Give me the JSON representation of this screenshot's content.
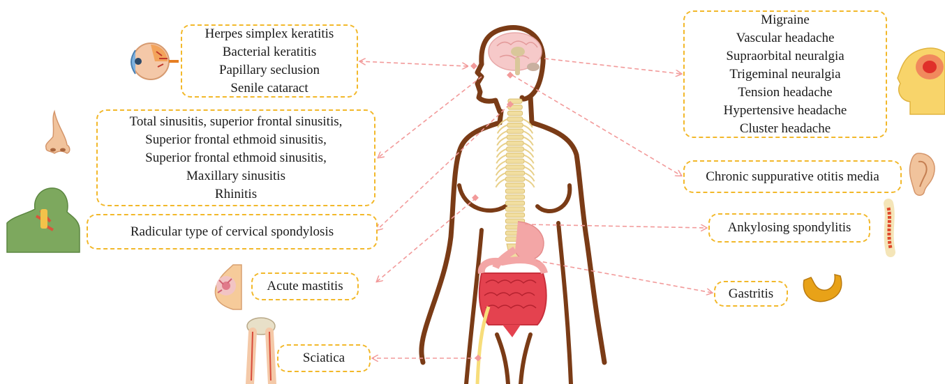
{
  "colors": {
    "box_border": "#f2b82a",
    "arrow": "#f29a9a",
    "body_outline": "#7a3b16",
    "spine": "#f1dea0",
    "brain": "#f6c9c9",
    "intestine": "#e4424f"
  },
  "icons": [
    "eye-icon",
    "nose-icon",
    "neck-icon",
    "breast-icon",
    "legs-skeleton-icon",
    "head-pain-icon",
    "ear-icon",
    "spine-icon",
    "stomach-icon"
  ],
  "eye_box": {
    "lines": [
      "Herpes simplex keratitis",
      "Bacterial keratitis",
      "Papillary seclusion",
      "Senile cataract"
    ]
  },
  "sinus_box": {
    "lines": [
      "Total sinusitis, superior frontal sinusitis,",
      "Superior frontal ethmoid sinusitis,",
      "Superior frontal ethmoid sinusitis,",
      "Maxillary sinusitis",
      "Rhinitis"
    ]
  },
  "cervical_box": {
    "lines": [
      "Radicular type of cervical spondylosis"
    ]
  },
  "mastitis_box": {
    "lines": [
      "Acute mastitis"
    ]
  },
  "sciatica_box": {
    "lines": [
      "Sciatica"
    ]
  },
  "headache_box": {
    "lines": [
      "Migraine",
      "Vascular headache",
      "Supraorbital neuralgia",
      "Trigeminal neuralgia",
      "Tension headache",
      "Hypertensive headache",
      "Cluster headache"
    ]
  },
  "otitis_box": {
    "lines": [
      "Chronic suppurative otitis media"
    ]
  },
  "spondylitis_box": {
    "lines": [
      "Ankylosing spondylitis"
    ]
  },
  "gastritis_box": {
    "lines": [
      "Gastritis"
    ]
  }
}
